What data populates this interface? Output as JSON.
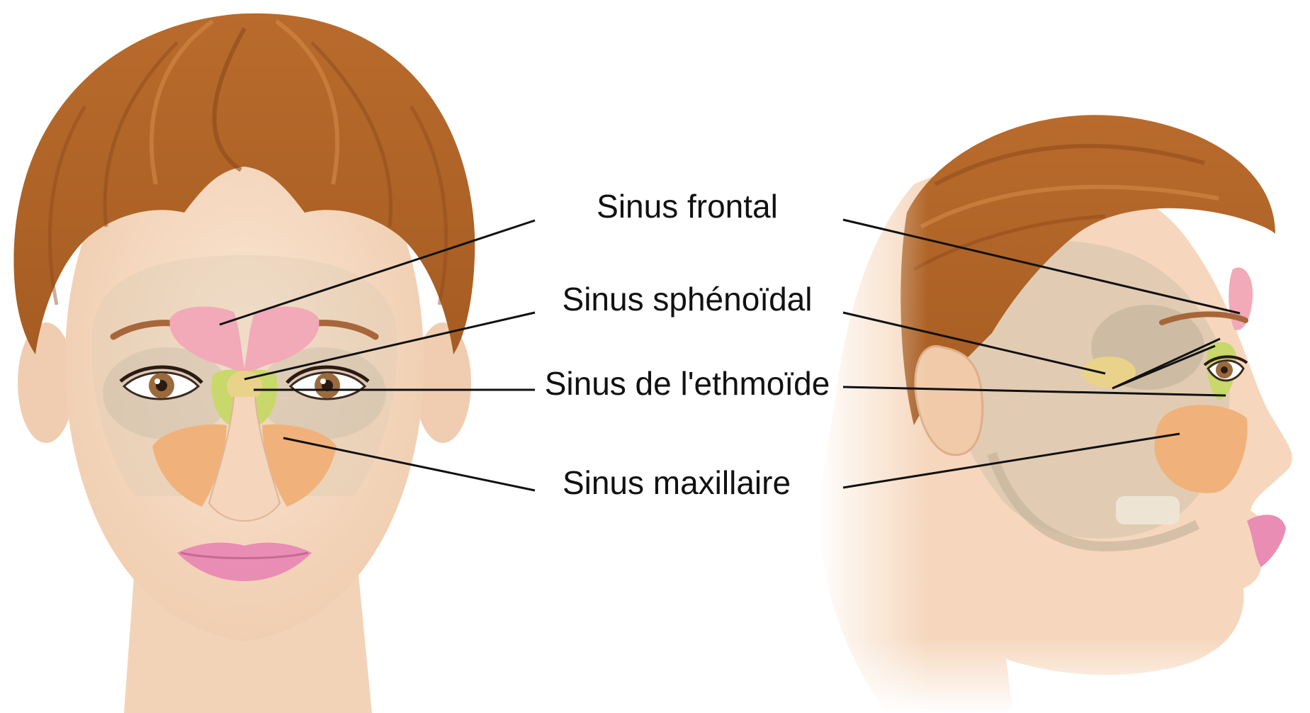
{
  "labels": {
    "frontal": "Sinus frontal",
    "sphenoidal": "Sinus sphénoïdal",
    "ethmoid": "Sinus de l'ethmoïde",
    "maxillary": "Sinus maxillaire"
  },
  "colors": {
    "hair": "#B86B2C",
    "hair_dark": "#8E4A1B",
    "skin": "#F8DCC4",
    "skin_shadow": "#EBC7AA",
    "skull": "#DCCFB8",
    "frontal_sinus": "#F2A9B8",
    "sphenoid_sinus": "#E9D28A",
    "ethmoid_sinus": "#C8D86A",
    "maxillary_sinus": "#F0B27A",
    "lips": "#E98DB4",
    "iris": "#9B6A3C",
    "leader_line": "#111111"
  }
}
